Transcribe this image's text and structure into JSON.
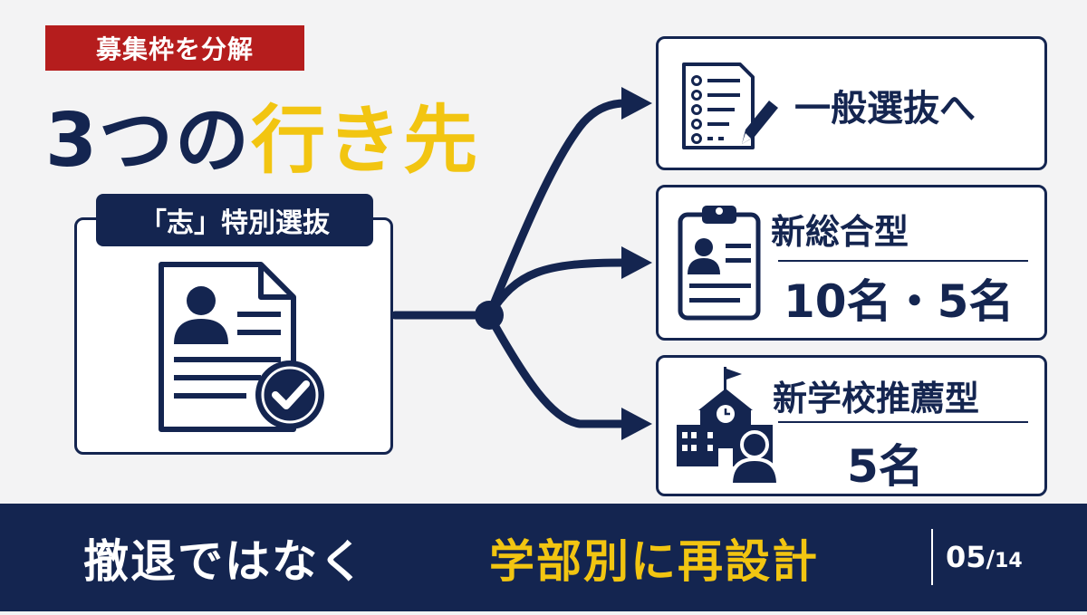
{
  "header": {
    "tag": "募集枠を分解",
    "title_prefix": "3つの",
    "title_highlight": "行き先"
  },
  "source": {
    "label": "「志」特別選抜"
  },
  "destinations": [
    {
      "name": "一般選抜へ"
    },
    {
      "name": "新総合型",
      "count": "10名・5名"
    },
    {
      "name": "新学校推薦型",
      "count": "5名"
    }
  ],
  "footer": {
    "left": "撤退ではなく",
    "right": "学部別に再設計",
    "page_current": "05",
    "page_separator": "/",
    "page_total": "14"
  },
  "colors": {
    "navy": "#142550",
    "yellow": "#f2c511",
    "red": "#b51d1d",
    "background": "#f3f3f4"
  },
  "icons": {
    "source": "document-person-check-icon",
    "general": "checklist-pencil-icon",
    "comprehensive": "clipboard-profile-icon",
    "school": "school-building-person-icon"
  }
}
